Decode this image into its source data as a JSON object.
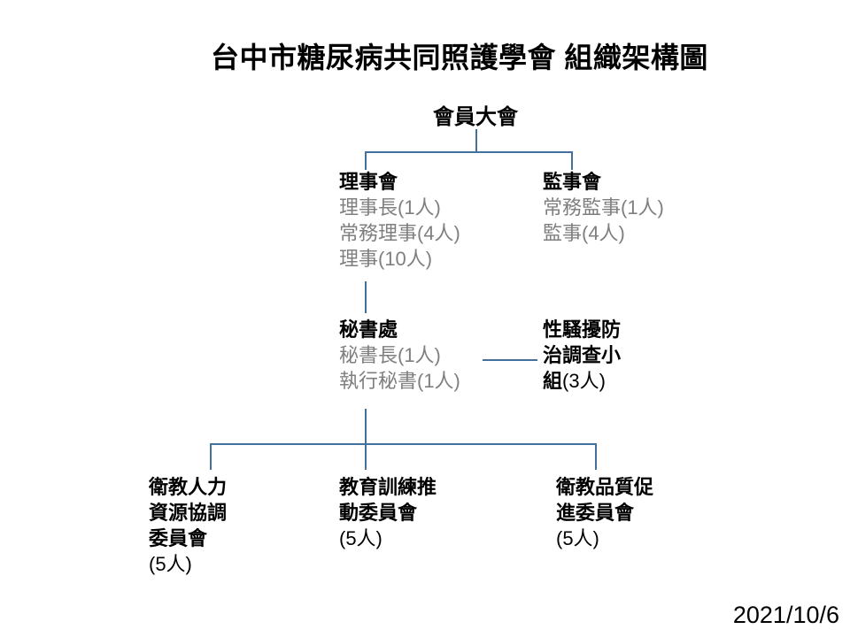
{
  "page": {
    "title": "台中市糖尿病共同照護學會 組織架構圖",
    "date": "2021/10/6"
  },
  "colors": {
    "connector_line": "#41719c",
    "muted_member_text": "#7f7f7f",
    "main_text": "#000000",
    "background": "#ffffff"
  },
  "org": {
    "assembly": {
      "name": "會員大會"
    },
    "board": {
      "name": "理事會",
      "members": [
        "理事長(1人)",
        "常務理事(4人)",
        "理事(10人)"
      ]
    },
    "supervisors": {
      "name": "監事會",
      "members": [
        "常務監事(1人)",
        "監事(4人)"
      ]
    },
    "secretariat": {
      "name": "秘書處",
      "members": [
        "秘書長(1人)",
        "執行秘書(1人)"
      ]
    },
    "harassment_taskforce": {
      "lines": [
        "性騷擾防",
        "治調查小",
        "組"
      ],
      "count": "(3人)"
    },
    "committees": [
      {
        "lines": [
          "衛教人力",
          "資源協調",
          "委員會"
        ],
        "count": "(5人)"
      },
      {
        "lines": [
          "教育訓練推",
          "動委員會"
        ],
        "count": "(5人)"
      },
      {
        "lines": [
          "衛教品質促",
          "進委員會"
        ],
        "count": "(5人)"
      }
    ]
  }
}
